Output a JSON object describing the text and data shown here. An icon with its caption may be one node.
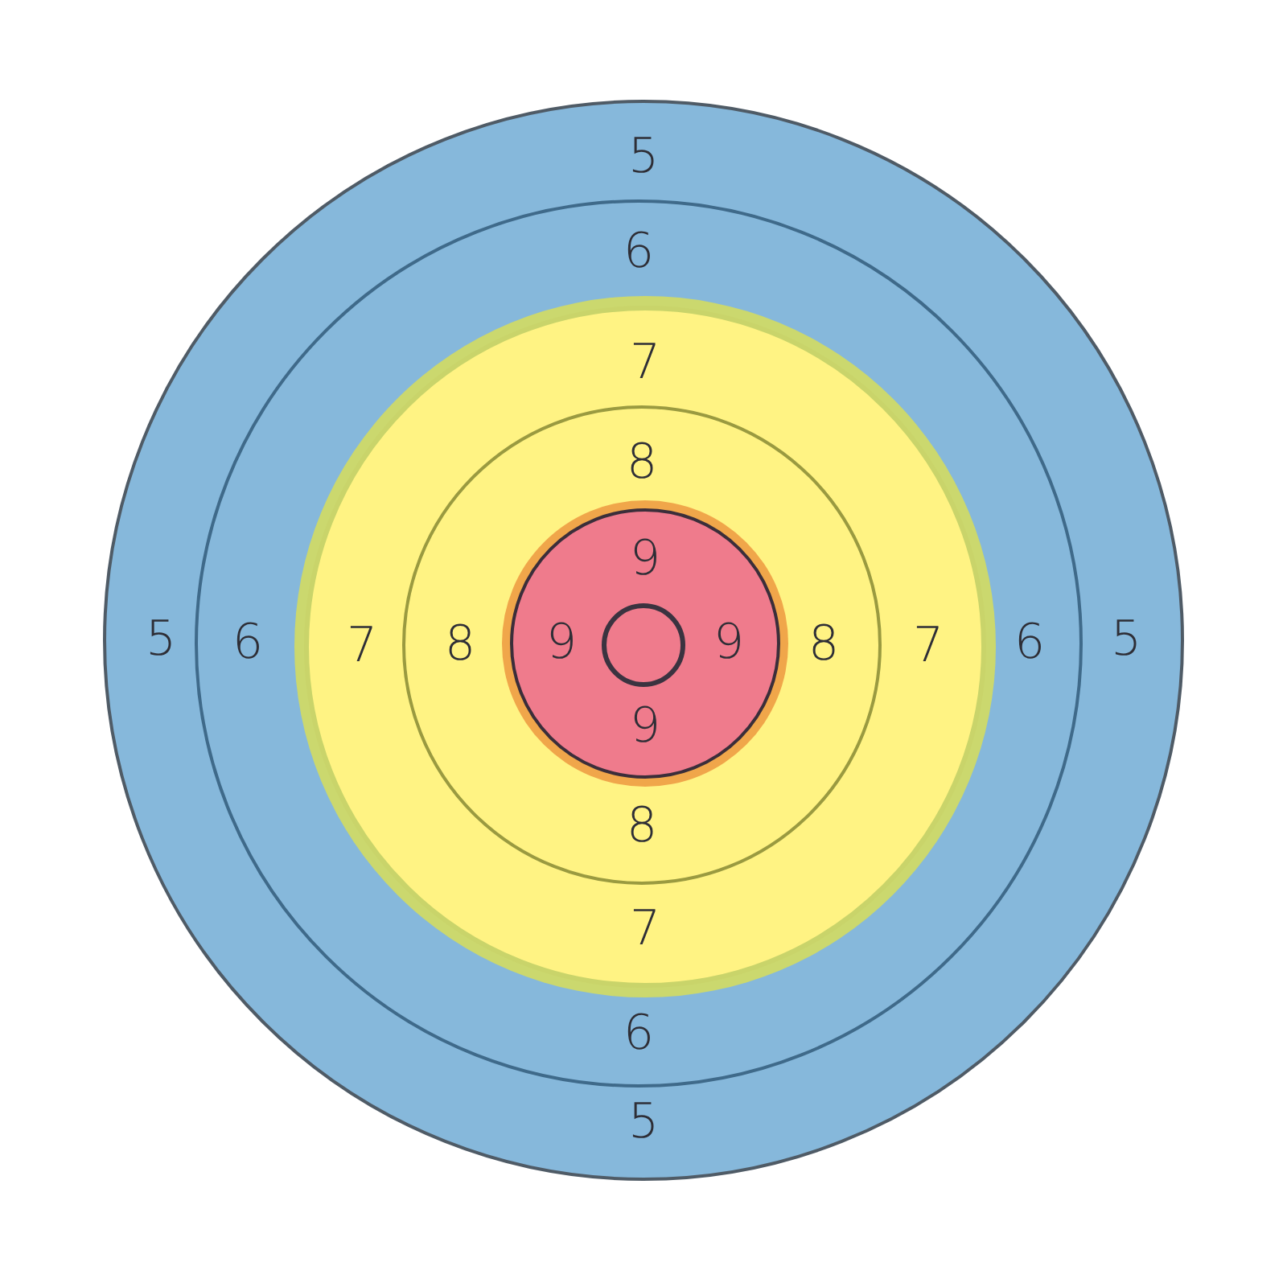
{
  "diagram": {
    "nodes": [
      {
        "text": [
          "5",
          "5",
          "5",
          "5"
        ]
      },
      {
        "text": [
          "6",
          "6",
          "6",
          "6"
        ],
        "in": 0
      },
      {
        "text": [
          "7",
          "7",
          "7",
          "7"
        ],
        "in": 1
      },
      {
        "text": [
          "8",
          "8",
          "8",
          "8"
        ],
        "in": 2
      },
      {
        "text": [
          "9",
          "9",
          "9",
          "9"
        ],
        "in": 3
      },
      {
        "text": [],
        "shape": "circle",
        "in": 4
      }
    ]
  }
}
